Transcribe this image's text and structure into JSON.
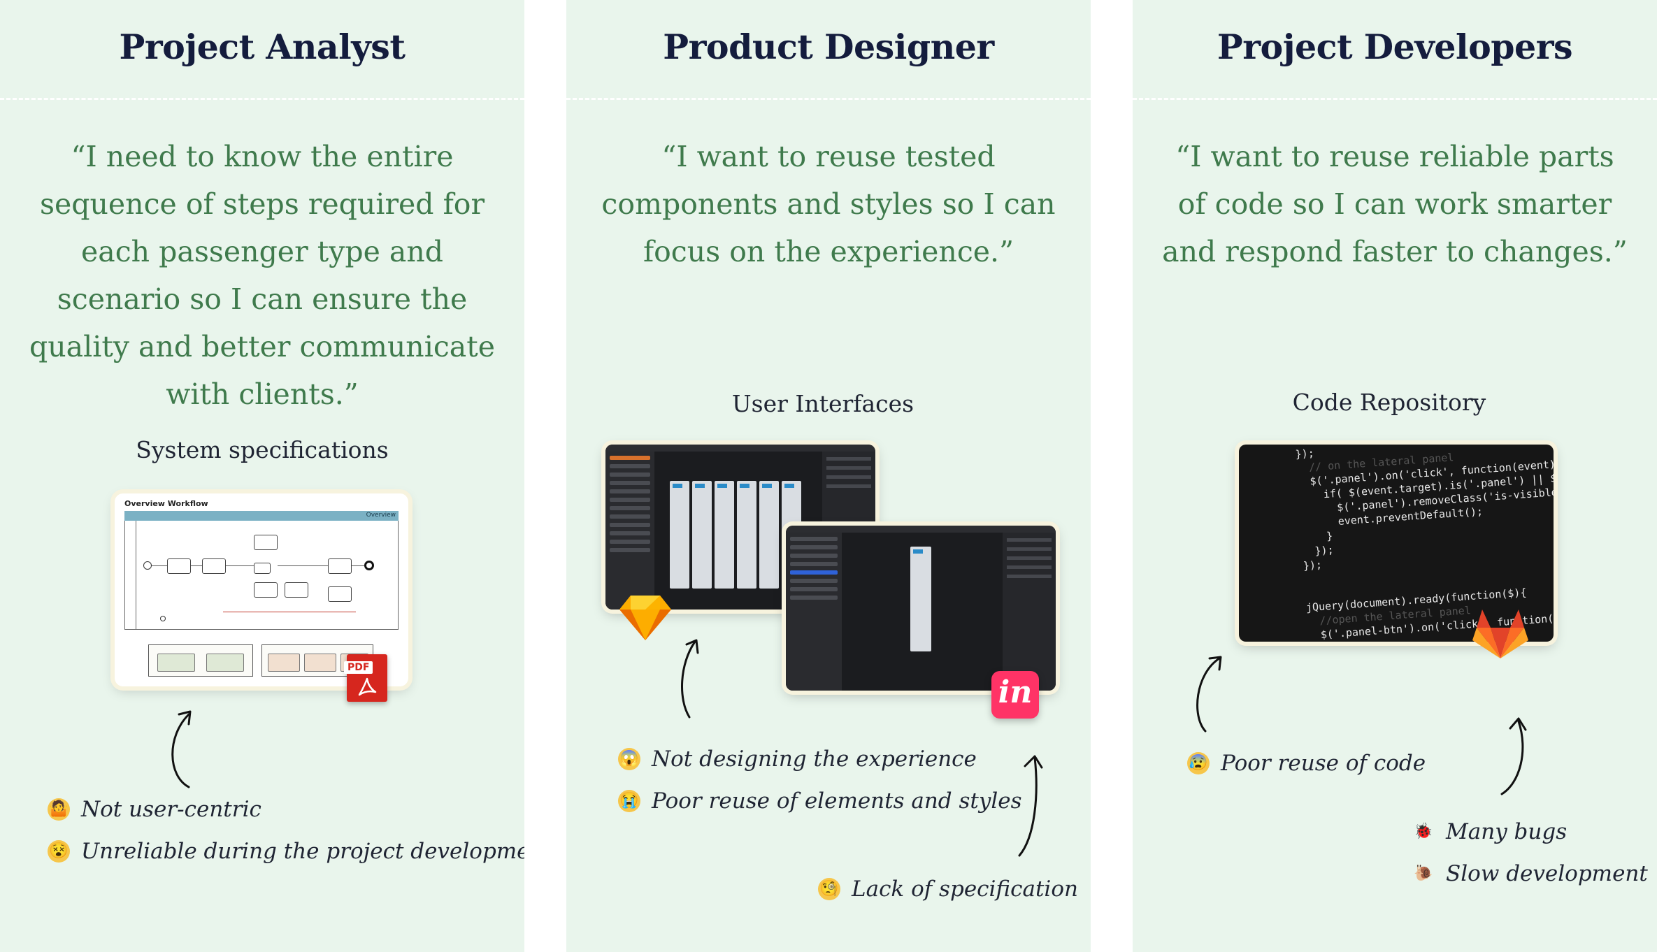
{
  "panels": [
    {
      "title": "Project Analyst",
      "quote": "“I need to know the entire sequence of steps required for each passenger type and scenario so I can ensure the quality and better communicate with clients.”",
      "section": "System specifications",
      "mockup": {
        "title": "Overview Workflow",
        "bar_label": "Overview",
        "badge": "PDF"
      },
      "notes": [
        {
          "icon": "person-shrugging-icon",
          "text": "Not user-centric"
        },
        {
          "icon": "dizzy-face-icon",
          "text": "Unreliable during the project development"
        }
      ]
    },
    {
      "title": "Product Designer",
      "quote": "“I want to reuse tested components and styles so I can focus on the experience.”",
      "section": "User Interfaces",
      "mockup": {
        "badge": "in"
      },
      "notes": [
        {
          "icon": "screaming-face-icon",
          "text": "Not designing the experience"
        },
        {
          "icon": "crying-face-icon",
          "text": "Poor reuse of elements and styles"
        },
        {
          "icon": "face-with-monocle-icon",
          "text": "Lack of specification"
        }
      ]
    },
    {
      "title": "Project Developers",
      "quote": "“I want to reuse reliable parts of code so I can work smarter and respond faster to changes.”",
      "section": "Code Repository",
      "mockup": {
        "code_lines": [
          "});",
          "  // on the lateral panel",
          "  $('.panel').on('click', function(event){",
          "    if( $(event.target).is('.panel') || $(event",
          "      $('.panel').removeClass('is-visible');",
          "      event.preventDefault();",
          "    }",
          "  });",
          "});",
          "",
          "",
          "jQuery(document).ready(function($){",
          "  //open the lateral panel",
          "  $('.panel-btn').on('click', function(event){"
        ]
      },
      "notes": [
        {
          "icon": "anxious-face-icon",
          "text": "Poor reuse of code"
        },
        {
          "icon": "ladybug-icon",
          "text": "Many bugs"
        },
        {
          "icon": "snail-icon",
          "text": "Slow development"
        }
      ]
    }
  ],
  "colors": {
    "panel_bg": "#e9f5ec",
    "title": "#141c3d",
    "quote": "#3f7a4c",
    "pdf_red": "#d6261e",
    "invision_pink": "#ff3366",
    "sketch_orange": "#f7a21b",
    "gitlab_orange": "#fc6d26"
  }
}
